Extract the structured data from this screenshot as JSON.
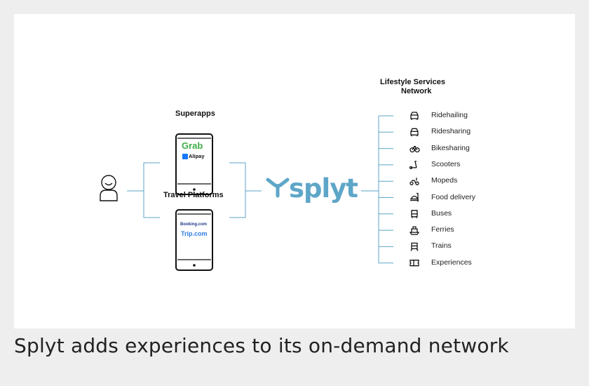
{
  "diagram": {
    "left_group": [
      {
        "title": "Superapps",
        "apps": [
          "Grab",
          "Alipay"
        ]
      },
      {
        "title": "Travel Platforms",
        "apps": [
          "Booking.com",
          "Trip.com"
        ]
      }
    ],
    "hub": "splyt",
    "network_title": [
      "Lifestyle Services",
      "Network"
    ],
    "services": [
      {
        "label": "Ridehailing",
        "icon": "car-front-icon"
      },
      {
        "label": "Ridesharing",
        "icon": "car-front-icon"
      },
      {
        "label": "Bikesharing",
        "icon": "bicycle-icon"
      },
      {
        "label": "Scooters",
        "icon": "scooter-icon"
      },
      {
        "label": "Mopeds",
        "icon": "moped-icon"
      },
      {
        "label": "Food delivery",
        "icon": "food-delivery-icon"
      },
      {
        "label": "Buses",
        "icon": "bus-icon"
      },
      {
        "label": "Ferries",
        "icon": "ferry-icon"
      },
      {
        "label": "Trains",
        "icon": "train-icon"
      },
      {
        "label": "Experiences",
        "icon": "ticket-icon"
      }
    ],
    "colors": {
      "accent": "#5ea6c8",
      "grab_green": "#3fae49",
      "alipay_blue": "#1677ff",
      "booking_navy": "#1e3b8a",
      "trip_blue": "#2f7de1"
    }
  },
  "caption": "Splyt adds experiences to its on-demand network"
}
